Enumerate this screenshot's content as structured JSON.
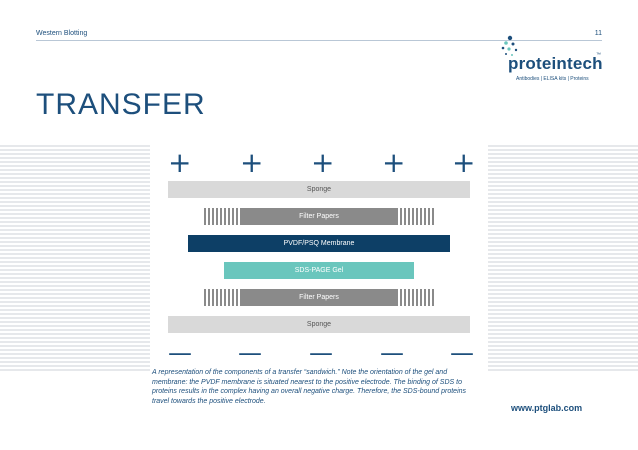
{
  "header": {
    "section": "Western Blotting",
    "page_number": "11"
  },
  "logo": {
    "wordmark": "proteintech",
    "trademark": "™",
    "tagline": "Antibodies  |  ELISA kits  |  Proteins"
  },
  "title": "TRANSFER",
  "diagram": {
    "positive_sign": "+",
    "negative_sign": "—",
    "layers": {
      "sponge_top": "Sponge",
      "filter_top": "Filter Papers",
      "membrane": "PVDF/PSQ Membrane",
      "gel": "SDS-PAGE Gel",
      "filter_bottom": "Filter Papers",
      "sponge_bottom": "Sponge"
    },
    "colors": {
      "sponge": "#d9d9d9",
      "filter": "#8a8a8a",
      "membrane": "#0d3f66",
      "gel": "#6ac6bd"
    }
  },
  "caption": "A representation of the components of a transfer “sandwich.” Note the orientation of the gel and membrane: the PVDF membrane is situated nearest to the positive electrode. The binding of SDS to proteins results in the complex having an overall negative charge. Therefore, the SDS-bound proteins travel towards the positive electrode.",
  "footer": {
    "url": "www.ptglab.com"
  }
}
